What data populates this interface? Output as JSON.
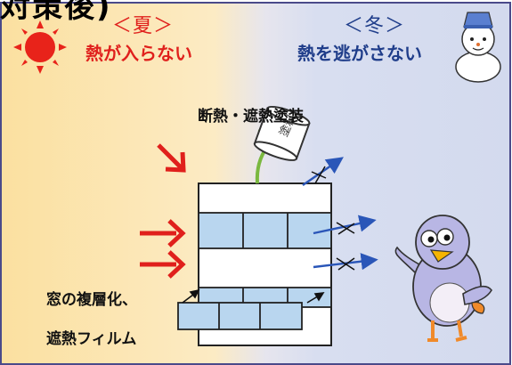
{
  "title": "対策後)",
  "summer": {
    "heading": "＜夏＞",
    "caption": "熱が入らない",
    "icon": "sun-icon",
    "color": "#e0201c",
    "bg": "#fde7a6"
  },
  "winter": {
    "heading": "＜冬＞",
    "caption": "熱を逃がさない",
    "icon": "snowman-icon",
    "color": "#1f3d8a",
    "bg": "#d5dcef"
  },
  "coating": {
    "label": "断熱・遮熱塗装",
    "can_label": "塗料"
  },
  "window": {
    "label_line1": "窓の複層化、",
    "label_line2": "遮熱フィルム"
  },
  "icons": [
    "sun-icon",
    "snowman-icon",
    "paint-can-icon",
    "bird-mascot-icon"
  ]
}
